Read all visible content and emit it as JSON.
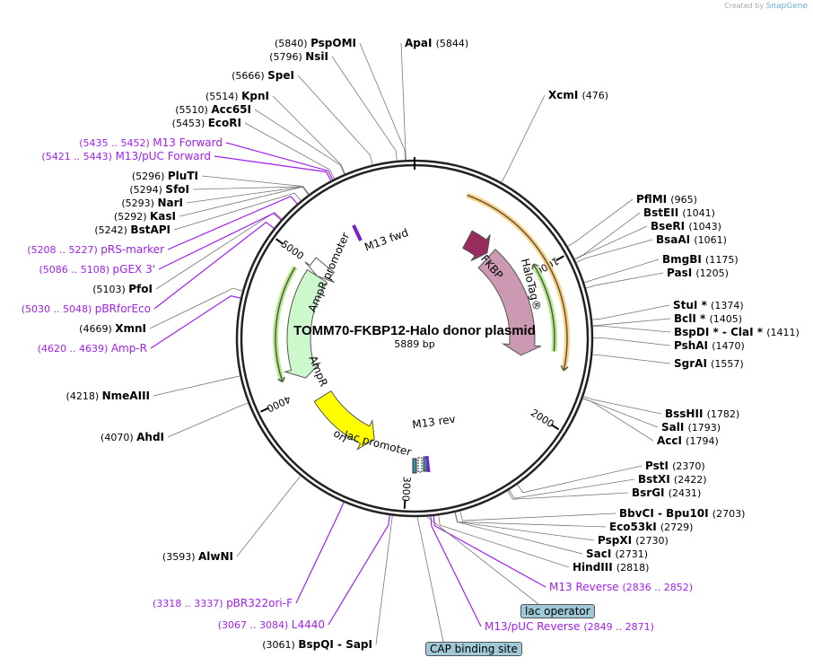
{
  "credit": {
    "prefix": "Created by",
    "brand": "SnapGene"
  },
  "plasmid": {
    "name": "TOMM70-FKBP12-Halo donor plasmid",
    "length_label": "5889 bp",
    "length": 5889
  },
  "ticks": [
    {
      "bp": 1000,
      "label": "1000"
    },
    {
      "bp": 2000,
      "label": "2000"
    },
    {
      "bp": 3000,
      "label": "3000"
    },
    {
      "bp": 4000,
      "label": "4000"
    },
    {
      "bp": 5000,
      "label": "5000"
    }
  ],
  "enzymes": [
    {
      "name": "PspOMI",
      "pos": "(5840)",
      "bp": 5840
    },
    {
      "name": "ApaI",
      "pos": "(5844)",
      "bp": 5844
    },
    {
      "name": "NsiI",
      "pos": "(5796)",
      "bp": 5796
    },
    {
      "name": "SpeI",
      "pos": "(5666)",
      "bp": 5666
    },
    {
      "name": "KpnI",
      "pos": "(5514)",
      "bp": 5514
    },
    {
      "name": "Acc65I",
      "pos": "(5510)",
      "bp": 5510
    },
    {
      "name": "EcoRI",
      "pos": "(5453)",
      "bp": 5453
    },
    {
      "name": "PluTI",
      "pos": "(5296)",
      "bp": 5296
    },
    {
      "name": "SfoI",
      "pos": "(5294)",
      "bp": 5294
    },
    {
      "name": "NarI",
      "pos": "(5293)",
      "bp": 5293
    },
    {
      "name": "KasI",
      "pos": "(5292)",
      "bp": 5292
    },
    {
      "name": "BstAPI",
      "pos": "(5242)",
      "bp": 5242
    },
    {
      "name": "PfoI",
      "pos": "(5103)",
      "bp": 5103
    },
    {
      "name": "XmnI",
      "pos": "(4669)",
      "bp": 4669
    },
    {
      "name": "NmeAIII",
      "pos": "(4218)",
      "bp": 4218
    },
    {
      "name": "AhdI",
      "pos": "(4070)",
      "bp": 4070
    },
    {
      "name": "AlwNI",
      "pos": "(3593)",
      "bp": 3593
    },
    {
      "name": "BspQI  -  SapI",
      "pos": "(3061)",
      "bp": 3061
    },
    {
      "name": "XcmI",
      "pos": "(476)",
      "bp": 476
    },
    {
      "name": "PflMI",
      "pos": "(965)",
      "bp": 965
    },
    {
      "name": "BstEII",
      "pos": "(1041)",
      "bp": 1041
    },
    {
      "name": "BseRI",
      "pos": "(1043)",
      "bp": 1043
    },
    {
      "name": "BsaAI",
      "pos": "(1061)",
      "bp": 1061
    },
    {
      "name": "BmgBI",
      "pos": "(1175)",
      "bp": 1175
    },
    {
      "name": "PasI",
      "pos": "(1205)",
      "bp": 1205
    },
    {
      "name": "StuI *",
      "pos": "(1374)",
      "bp": 1374
    },
    {
      "name": "BclI *",
      "pos": "(1405)",
      "bp": 1405
    },
    {
      "name": "BspDI *  -  ClaI *",
      "pos": "(1411)",
      "bp": 1411
    },
    {
      "name": "PshAI",
      "pos": "(1470)",
      "bp": 1470
    },
    {
      "name": "SgrAI",
      "pos": "(1557)",
      "bp": 1557
    },
    {
      "name": "BssHII",
      "pos": "(1782)",
      "bp": 1782
    },
    {
      "name": "SalI",
      "pos": "(1793)",
      "bp": 1793
    },
    {
      "name": "AccI",
      "pos": "(1794)",
      "bp": 1794
    },
    {
      "name": "PstI",
      "pos": "(2370)",
      "bp": 2370
    },
    {
      "name": "BstXI",
      "pos": "(2422)",
      "bp": 2422
    },
    {
      "name": "BsrGI",
      "pos": "(2431)",
      "bp": 2431
    },
    {
      "name": "BbvCI  -  Bpu10I",
      "pos": "(2703)",
      "bp": 2703
    },
    {
      "name": "Eco53kI",
      "pos": "(2729)",
      "bp": 2729
    },
    {
      "name": "PspXI",
      "pos": "(2730)",
      "bp": 2730
    },
    {
      "name": "SacI",
      "pos": "(2731)",
      "bp": 2731
    },
    {
      "name": "HindIII",
      "pos": "(2818)",
      "bp": 2818
    }
  ],
  "primers": [
    {
      "name": "M13 Forward",
      "pos": "(5435 .. 5452)",
      "bp": 5443
    },
    {
      "name": "M13/pUC Forward",
      "pos": "(5421 .. 5443)",
      "bp": 5432
    },
    {
      "name": "pRS-marker",
      "pos": "(5208 .. 5227)",
      "bp": 5217
    },
    {
      "name": "pGEX 3'",
      "pos": "(5086 .. 5108)",
      "bp": 5097
    },
    {
      "name": "pBRforEco",
      "pos": "(5030 .. 5048)",
      "bp": 5039
    },
    {
      "name": "Amp-R",
      "pos": "(4620 .. 4639)",
      "bp": 4630
    },
    {
      "name": "pBR322ori-F",
      "pos": "(3318 .. 3337)",
      "bp": 3327
    },
    {
      "name": "L4440",
      "pos": "(3067 .. 3084)",
      "bp": 3075
    },
    {
      "name": "M13 Reverse",
      "pos": "(2836 .. 2852)",
      "bp": 2844
    },
    {
      "name": "M13/pUC Reverse",
      "pos": "(2849 .. 2871)",
      "bp": 2860
    }
  ],
  "boxes": [
    {
      "name": "lac operator",
      "bp": 2880
    },
    {
      "name": "CAP binding site",
      "bp": 2930
    }
  ],
  "features": [
    {
      "name": "AmpR",
      "start": 4090,
      "end": 4950,
      "dir": -1,
      "color": "#ccf8cc"
    },
    {
      "name": "AmpR promoter",
      "start": 4950,
      "end": 5060,
      "dir": -1,
      "color": "#ffffff"
    },
    {
      "name": "HaloTag®",
      "start": 690,
      "end": 1620,
      "dir": 1,
      "color": "#cc99b3"
    },
    {
      "name": "FKBP",
      "start": 460,
      "end": 660,
      "dir": 1,
      "color": "#992c5e"
    },
    {
      "name": "ori",
      "start": 3300,
      "end": 3890,
      "dir": -1,
      "color": "#ffff00"
    }
  ],
  "inner_labels": {
    "m13fwd": "M13 fwd",
    "m13rev": "M13 rev",
    "lac_promoter": "lac promoter",
    "ampr_promoter": "AmpR promoter"
  }
}
